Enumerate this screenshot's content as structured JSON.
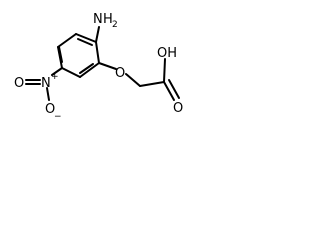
{
  "molecule": {
    "amino": {
      "element": "N",
      "hydrogen": "H",
      "hcount": "2"
    },
    "ether_oxygen": {
      "element": "O"
    },
    "hydroxyl": {
      "label": "OH"
    },
    "carbonyl_oxygen": {
      "element": "O"
    },
    "nitro": {
      "nitrogen": "N",
      "n_charge": "+",
      "oxygen_double": "O",
      "oxygen_single": "O",
      "o_charge": "−"
    }
  },
  "colors": {
    "bond": "#000000",
    "text": "#000000",
    "background": "#ffffff"
  }
}
